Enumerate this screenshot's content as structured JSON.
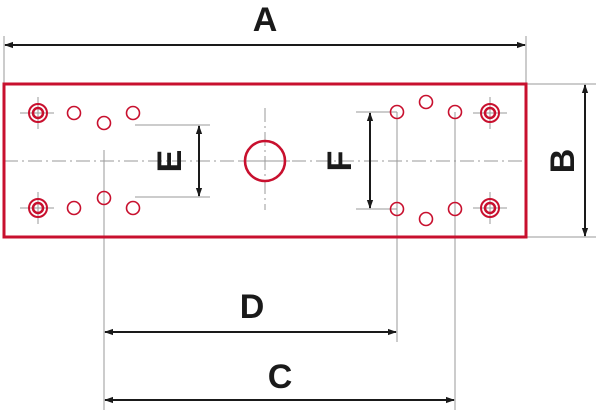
{
  "dimension_labels": {
    "a": "A",
    "b": "B",
    "c": "C",
    "d": "D",
    "e": "E",
    "f": "F"
  },
  "colors": {
    "plate": "#c8102e",
    "lines": "#1a1a1a",
    "guides": "#9a9a9a",
    "background": "#ffffff"
  }
}
